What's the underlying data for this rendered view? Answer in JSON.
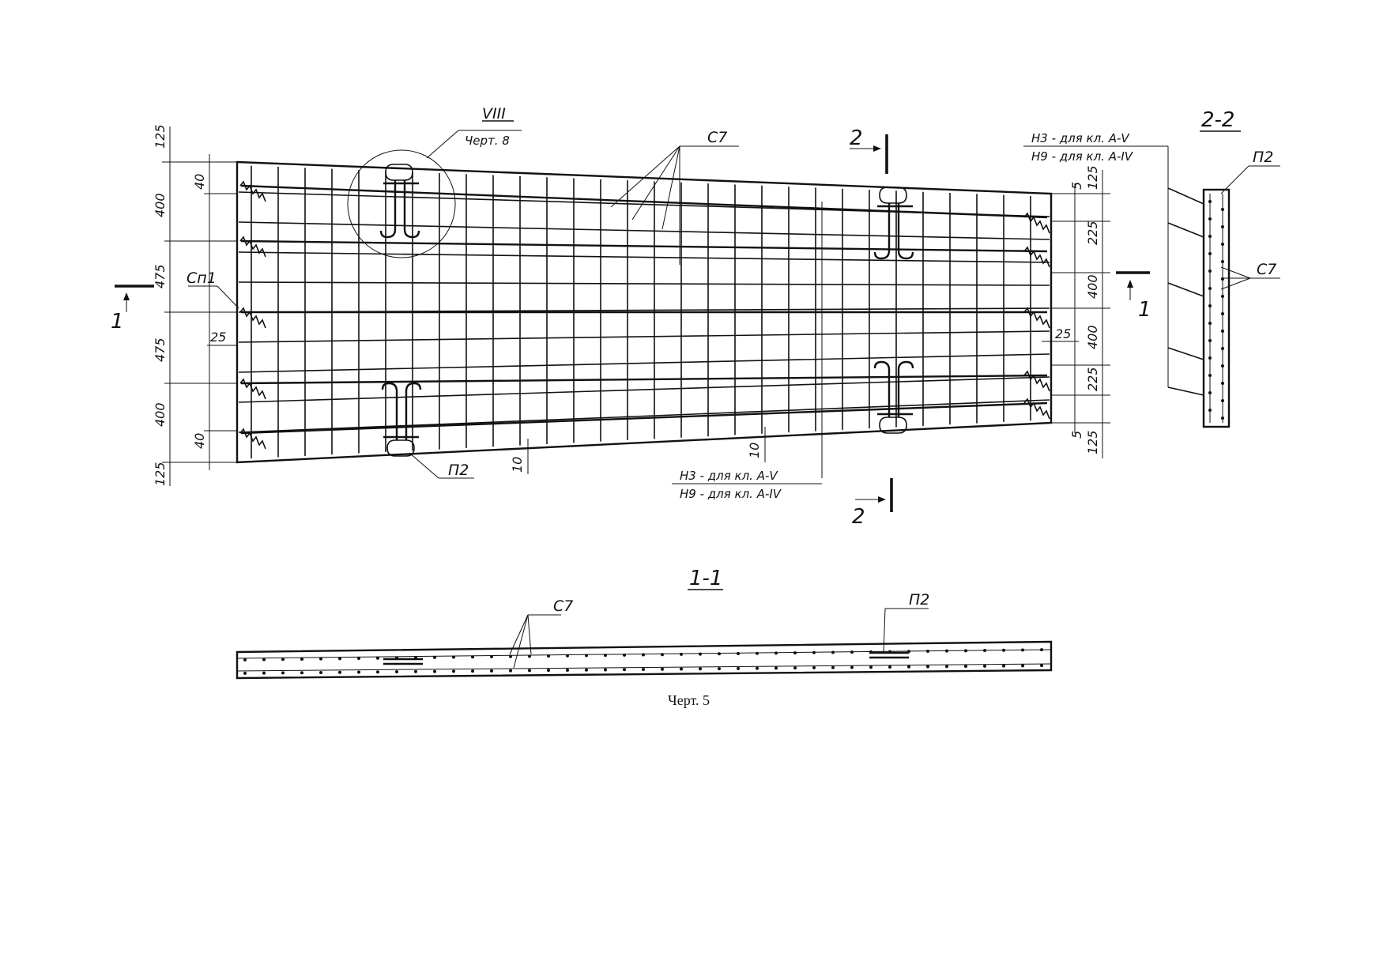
{
  "caption": "Черт. 5",
  "plan": {
    "dims_left": [
      "125",
      "400",
      "475",
      "475",
      "400",
      "125"
    ],
    "dims_left_small": [
      "40",
      "40"
    ],
    "dims_right": [
      "125",
      "225",
      "400",
      "400",
      "225",
      "125"
    ],
    "dims_right_small": [
      "5",
      "5"
    ],
    "dim_25_left": "25",
    "dim_25_right": "25",
    "dim_10_a": "10",
    "dim_10_b": "10",
    "node_ref": {
      "roman": "VIII",
      "drawing": "Черт. 8"
    },
    "mark_c7": "С7",
    "mark_cp1": "Сп1",
    "mark_p2": "П2",
    "note_bottom": {
      "line1": "Н3 - для  кл. А-V",
      "line2": "Н9 - для  кл. А-IV"
    },
    "section_cut_1": "1",
    "section_cut_2": "2"
  },
  "section_2_2": {
    "title": "2-2",
    "note": {
      "line1": "Н3 - для  кл. А-V",
      "line2": "Н9 - для  кл. А-IV"
    },
    "mark_p2": "П2",
    "mark_c7": "С7"
  },
  "section_1_1": {
    "title": "1-1",
    "mark_c7": "С7",
    "mark_p2": "П2"
  }
}
